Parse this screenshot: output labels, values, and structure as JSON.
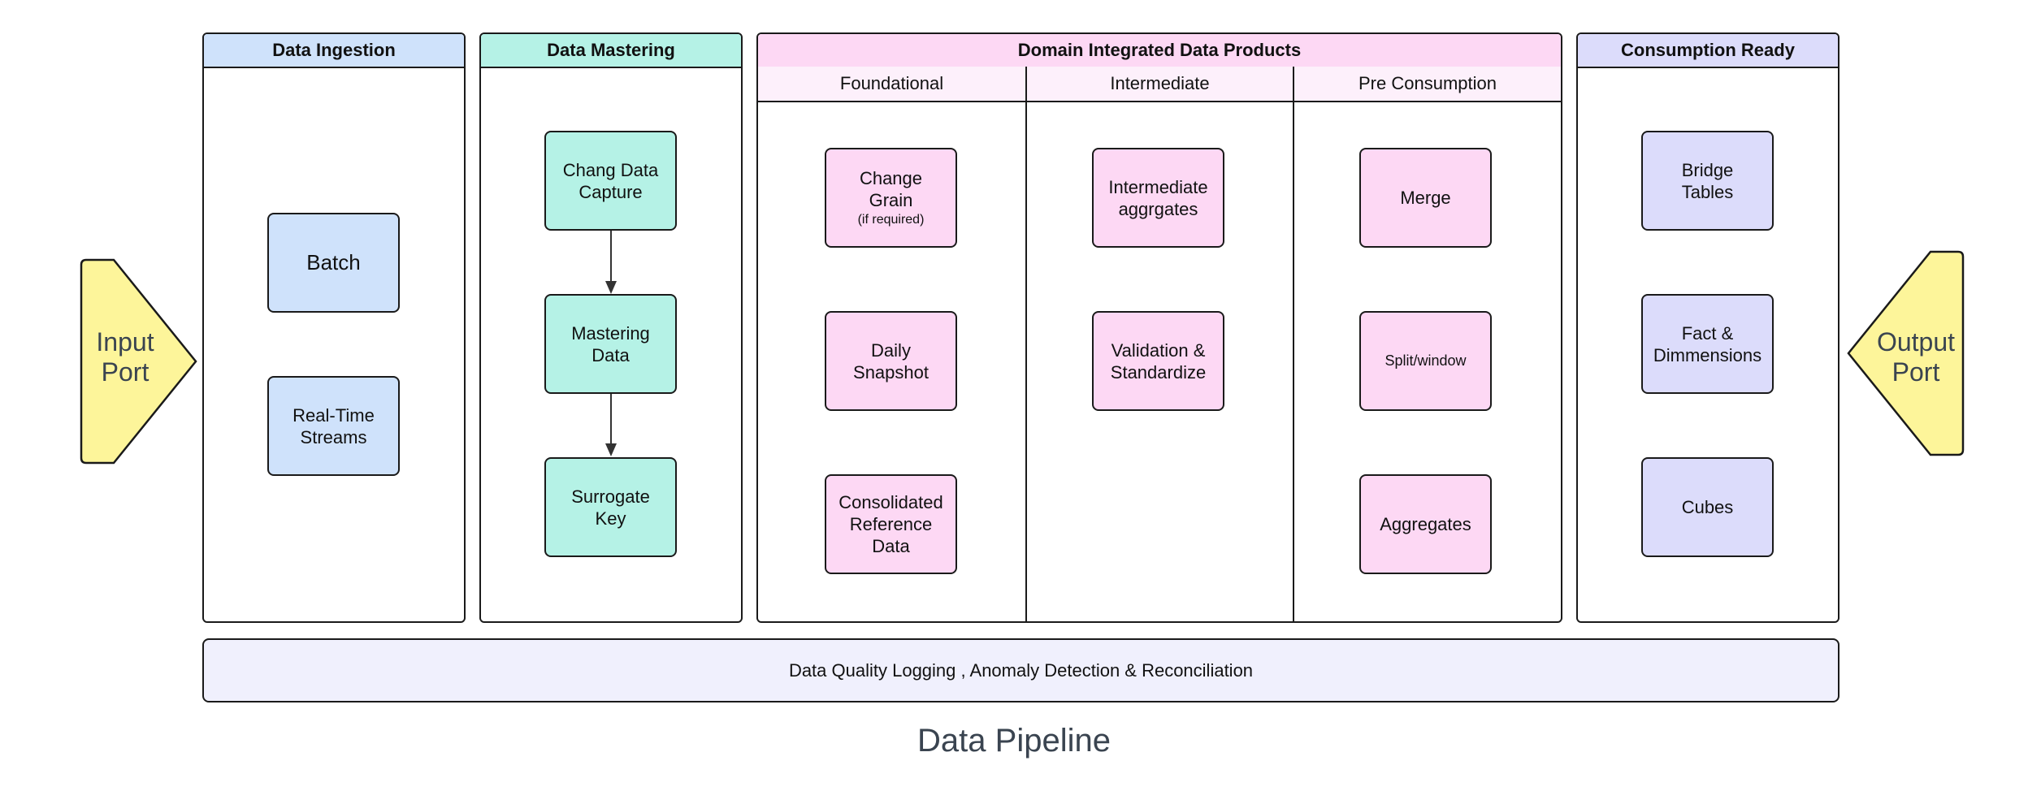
{
  "colors": {
    "ingestion": "#cfe2fb",
    "mastering": "#b5f2e6",
    "domain": "#fdd8f4",
    "consumption": "#dcdcfb",
    "port": "#fdf59a",
    "footer": "#f0f0fd",
    "stroke": "#1a1a1a"
  },
  "input_port": {
    "line1": "Input",
    "line2": "Port"
  },
  "output_port": {
    "line1": "Output",
    "line2": "Port"
  },
  "ingestion": {
    "title": "Data Ingestion",
    "nodes": [
      "Batch",
      "Real-Time Streams"
    ]
  },
  "mastering": {
    "title": "Data Mastering",
    "nodes": [
      "Chang Data Capture",
      "Mastering Data",
      "Surrogate Key"
    ]
  },
  "domain": {
    "title": "Domain Integrated Data Products",
    "foundational": {
      "title": "Foundational",
      "change_grain": "Change Grain",
      "change_grain_note": "(if required)",
      "daily_snapshot": "Daily Snapshot",
      "consolidated": "Consolidated Reference Data"
    },
    "intermediate": {
      "title": "Intermediate",
      "nodes": [
        "Intermediate aggrgates",
        "Validation & Standardize"
      ]
    },
    "pre_consumption": {
      "title": "Pre Consumption",
      "nodes": [
        "Merge",
        "Split/window",
        "Aggregates"
      ]
    }
  },
  "consumption": {
    "title": "Consumption Ready",
    "nodes": [
      "Bridge Tables",
      "Fact & Dimmensions",
      "Cubes"
    ]
  },
  "footer": "Data Quality Logging , Anomaly Detection & Reconciliation",
  "pipeline_title": "Data Pipeline"
}
